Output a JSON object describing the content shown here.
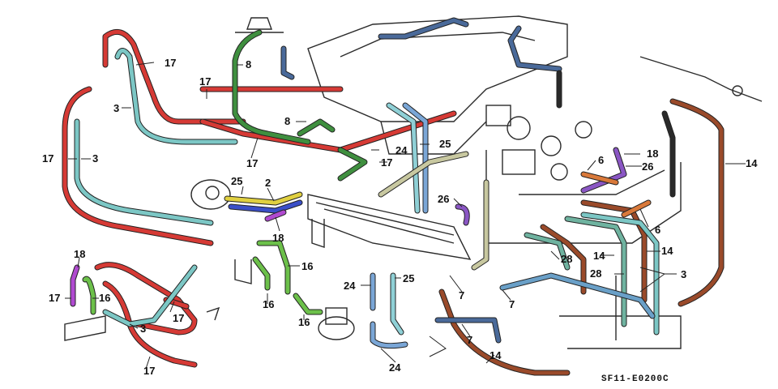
{
  "figure_code": "SF11-E0200C",
  "labels": {
    "n2": "2",
    "n3": "3",
    "n6": "6",
    "n7": "7",
    "n8": "8",
    "n14": "14",
    "n16": "16",
    "n17": "17",
    "n18": "18",
    "n24": "24",
    "n25": "25",
    "n26": "26",
    "n28": "28"
  },
  "hose_colors": {
    "17": "#d63a35",
    "3": "#7cc7c5",
    "14": "#9a4a2a",
    "16": "#6cc04a",
    "8": "#3f8f3f",
    "24": "#7aa6d6",
    "25": "#8fd0d6",
    "18": "#b04ad0",
    "26": "#8a56c4",
    "6": "#d9793a",
    "28": "#6fb3a0",
    "7": "#6aa0c8",
    "2": "#e0d040",
    "blue": "#3a4fc8",
    "dark": "#4a6a9a",
    "tan": "#c8c8a0"
  }
}
